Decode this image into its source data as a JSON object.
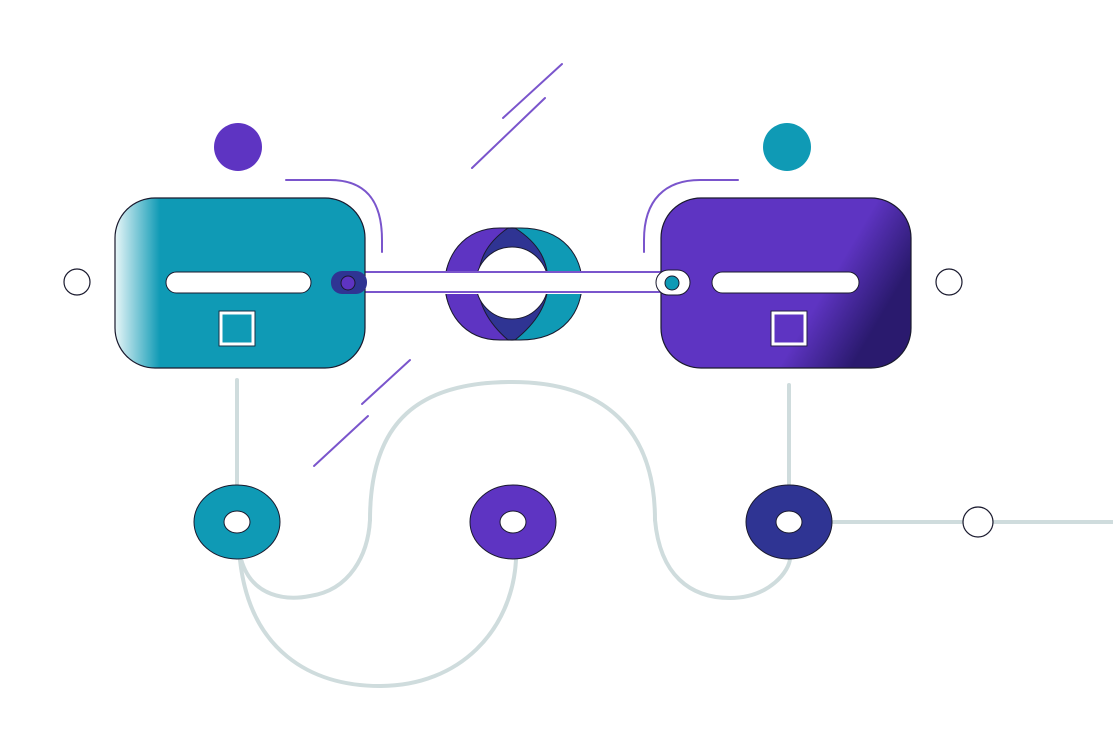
{
  "diagram": {
    "colors": {
      "teal": "#0f9ab5",
      "purple": "#5e34c2",
      "indigo": "#2f3493",
      "connector": "#cfdcdd",
      "accent_line": "#7a55cc",
      "outline": "#1a1a2e",
      "bar": "#ffffff"
    },
    "cards": [
      {
        "id": "left-card",
        "color": "teal",
        "icon": "square-icon",
        "avatar": "avatar-dot"
      },
      {
        "id": "right-card",
        "color": "purple",
        "icon": "square-icon",
        "avatar": "avatar-dot"
      }
    ],
    "link": {
      "icon": "chain-link-icon",
      "colors": [
        "purple",
        "teal",
        "indigo"
      ]
    },
    "nodes": [
      {
        "id": "node-left",
        "color": "teal"
      },
      {
        "id": "node-middle",
        "color": "purple"
      },
      {
        "id": "node-right",
        "color": "indigo"
      }
    ]
  }
}
